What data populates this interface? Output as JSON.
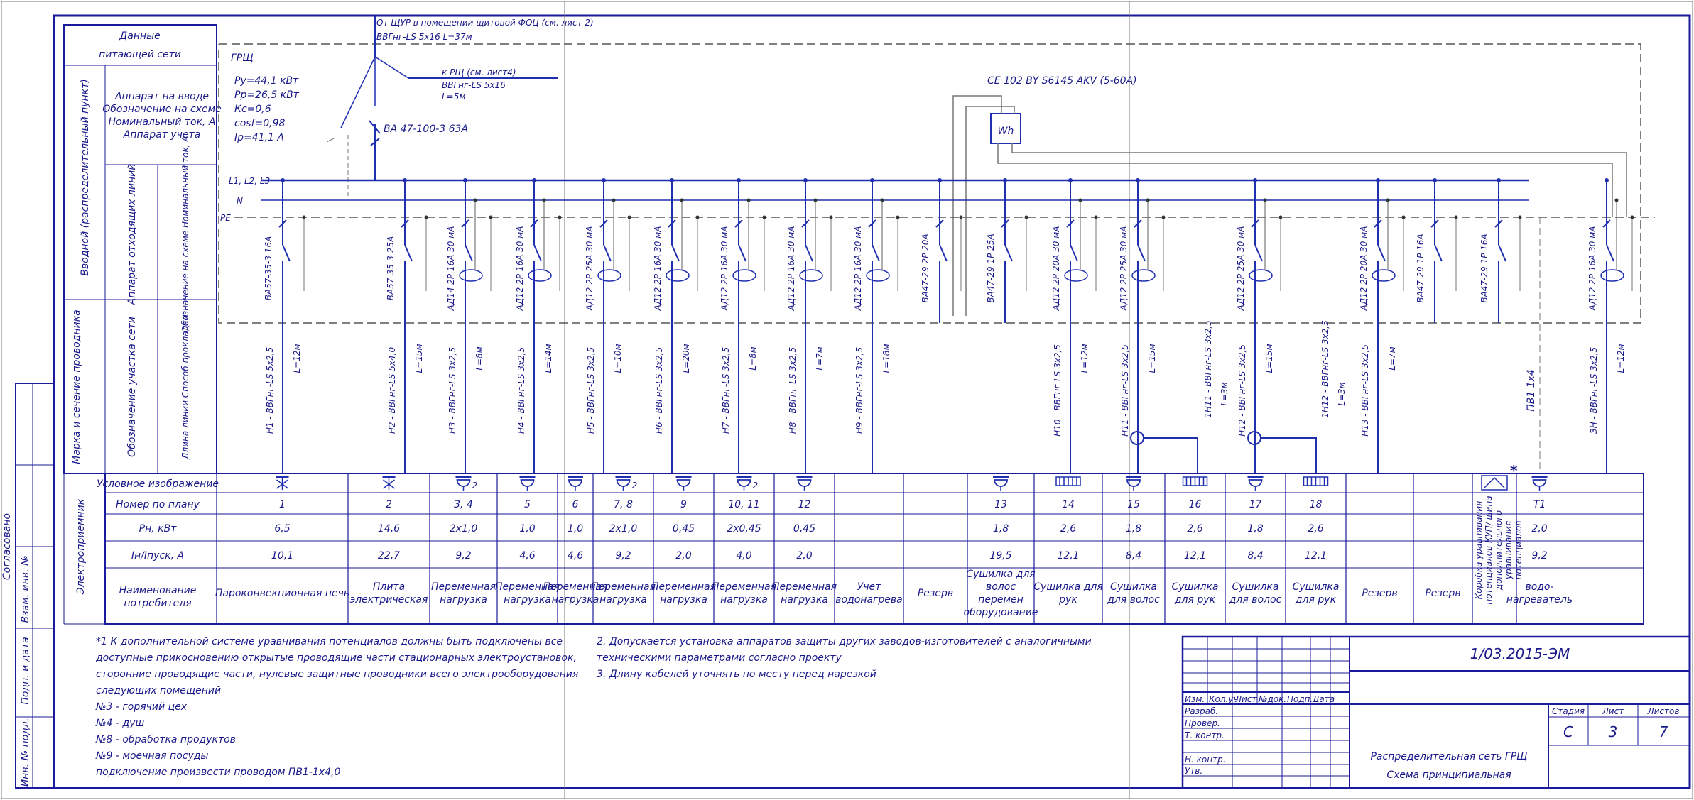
{
  "left_header": {
    "supply_data": "Данные питающей сети",
    "input_group": "Вводной (распределительный пункт)",
    "device_labels": [
      "Аппарат на вводе",
      "Обозначение на схеме",
      "Номинальный ток, А",
      "Аппарат учета"
    ],
    "outgoing_device": "Аппарат отходящих линий",
    "designation_rated": "Обозначение на схеме Номинальный ток, А",
    "wire_mark": "Марка и сечение проводника",
    "section_designation": "Обозначение участка сети",
    "line_length": "Длина линии Способ прокладки",
    "consumer": "Электроприемник"
  },
  "supply": {
    "source_note": "От ЩУР в помещении щитовой ФОЦ (см. лист 2)",
    "source_cable": "ВВГнг-LS 5х16   L=37м",
    "to_rsh": "к РЩ  (см. лист4)",
    "to_rsh_cable": "ВВГнг-LS 5х16",
    "to_rsh_length": "L=5м",
    "grsh_label": "ГРЩ",
    "params": [
      "Ру=44,1 кВт",
      "Рр=26,5 кВт",
      "Кс=0,6",
      "cosf=0,98",
      "Iр=41,1 А"
    ],
    "input_breaker": "ВА 47-100-3  63А",
    "meter_model": "СЕ 102 BY S6145 AKV (5-60A)",
    "meter_symbol": "Wh",
    "bus_labels": [
      "L1, L2, L3",
      "N",
      "PE"
    ]
  },
  "circuits": [
    {
      "device": "ВА57-35-3   16А",
      "cable": "Н1 - ВВГнг-LS 5х2,5",
      "length": "L=12м"
    },
    {
      "device": "ВА57-35-3   25А",
      "cable": "Н2 - ВВГнг-LS 5х4,0",
      "length": "L=15м"
    },
    {
      "device": "АД14 2Р 16А 30 мА",
      "cable": "Н3 - ВВГнг-LS 3х2,5",
      "length": "L=8м"
    },
    {
      "device": "АД12 2Р 16А 30 мА",
      "cable": "Н4 - ВВГнг-LS 3х2,5",
      "length": "L=14м"
    },
    {
      "device": "АД12 2Р 25А 30 мА",
      "cable": "Н5 - ВВГнг-LS 3х2,5",
      "length": "L=10м"
    },
    {
      "device": "АД12 2Р 16А 30 мА",
      "cable": "Н6 - ВВГнг-LS 3х2,5",
      "length": "L=20м"
    },
    {
      "device": "АД12 2Р 16А 30 мА",
      "cable": "Н7 - ВВГнг-LS 3х2,5",
      "length": "L=8м"
    },
    {
      "device": "АД12 2Р 16А 30 мА",
      "cable": "Н8 - ВВГнг-LS 3х2,5",
      "length": "L=7м"
    },
    {
      "device": "АД12 2Р 16А 30 мА",
      "cable": "Н9 - ВВГнг-LS 3х2,5",
      "length": "L=18м"
    },
    {
      "device": "ВА47-29 2Р 20А",
      "cable": "",
      "length": ""
    },
    {
      "device": "ВА47-29 1Р 25А",
      "cable": "",
      "length": ""
    },
    {
      "device": "АД12 2Р 20А 30 мА",
      "cable": "Н10 - ВВГнг-LS 3х2,5",
      "length": "L=12м"
    },
    {
      "device": "АД12 2Р 25А 30 мА",
      "cable": "Н11 - ВВГнг-LS 3х2,5",
      "length": "L=15м"
    },
    {
      "device": "АД12 2Р 25А 30 мА",
      "cable": "Н12 - ВВГнг-LS 3х2,5",
      "length": "L=15м"
    },
    {
      "device": "АД12 2Р 20А 30 мА",
      "cable": "Н13 - ВВГнг-LS 3х2,5",
      "length": "L=7м"
    },
    {
      "device": "ВА47-29 1Р 16А",
      "cable": "",
      "length": ""
    },
    {
      "device": "ВА47-29 1Р 16А",
      "cable": "",
      "length": ""
    },
    {
      "device": "АД12 2Р 16А 30 мА",
      "cable": "ЗН - ВВГнг-LS 3х2,5",
      "length": "L=12м"
    }
  ],
  "branch_cables": [
    {
      "cable": "1Н11 - ВВГнг-LS 3х2,5",
      "length": "L=3м"
    },
    {
      "cable": "1Н12 - ВВГнг-LS 3х2,5",
      "length": "L=3м"
    }
  ],
  "pe_wire": "ПВ1 1х4",
  "consumer_table": {
    "row_labels": [
      "Условное изображение",
      "Номер по плану",
      "Рн, кВт",
      "Iн/Iпуск, А",
      "Наименование потребителя"
    ],
    "columns": [
      {
        "num": "1",
        "p": "6,5",
        "i": "10,1",
        "name": "Пароконвекционная печь",
        "sym": "star"
      },
      {
        "num": "2",
        "p": "14,6",
        "i": "22,7",
        "name": "Плита электрическая",
        "sym": "star"
      },
      {
        "num": "3, 4",
        "p": "2х1,0",
        "i": "9,2",
        "name": "Переменная нагрузка",
        "sym": "socket2"
      },
      {
        "num": "5",
        "p": "1,0",
        "i": "4,6",
        "name": "Переменная нагрузка",
        "sym": "socket"
      },
      {
        "num": "6",
        "p": "1,0",
        "i": "4,6",
        "name": "Переменная нагрузка",
        "sym": "socket"
      },
      {
        "num": "7, 8",
        "p": "2х1,0",
        "i": "9,2",
        "name": "Переменная нагрузка",
        "sym": "socket2"
      },
      {
        "num": "9",
        "p": "0,45",
        "i": "2,0",
        "name": "Переменная нагрузка",
        "sym": "socket"
      },
      {
        "num": "10, 11",
        "p": "2х0,45",
        "i": "4,0",
        "name": "Переменная нагрузка",
        "sym": "socket2"
      },
      {
        "num": "12",
        "p": "0,45",
        "i": "2,0",
        "name": "Переменная нагрузка",
        "sym": "socket"
      },
      {
        "num": "",
        "p": "",
        "i": "",
        "name": "Учет водонагрева",
        "sym": ""
      },
      {
        "num": "",
        "p": "",
        "i": "",
        "name": "Резерв",
        "sym": ""
      },
      {
        "num": "13",
        "p": "1,8",
        "i": "19,5",
        "name": "Сушилка для волос перемен оборудование",
        "sym": "socket"
      },
      {
        "num": "14",
        "p": "2,6",
        "i": "12,1",
        "name": "Сушилка для рук",
        "sym": "heater"
      },
      {
        "num": "15",
        "p": "1,8",
        "i": "8,4",
        "name": "Сушилка для волос",
        "sym": "socket"
      },
      {
        "num": "16",
        "p": "2,6",
        "i": "12,1",
        "name": "Сушилка для рук",
        "sym": "heater"
      },
      {
        "num": "17",
        "p": "1,8",
        "i": "8,4",
        "name": "Сушилка для волос",
        "sym": "socket"
      },
      {
        "num": "18",
        "p": "2,6",
        "i": "12,1",
        "name": "Сушилка для рук",
        "sym": "heater"
      },
      {
        "num": "",
        "p": "",
        "i": "",
        "name": "Резерв",
        "sym": ""
      },
      {
        "num": "",
        "p": "",
        "i": "",
        "name": "Резерв",
        "sym": ""
      },
      {
        "num": "",
        "p": "",
        "i": "",
        "name": "Коробка уравнивания потенциалов КУП/ шина дополнительного уравнивания потенциалов",
        "sym": "box"
      },
      {
        "num": "Т1",
        "p": "2,0",
        "i": "9,2",
        "name": "водо- нагреватель",
        "sym": "socket"
      }
    ]
  },
  "notes_left": [
    "*1 К дополнительной системе уравнивания потенциалов должны быть подключены все",
    "доступные прикосновению открытые проводящие части стационарных электроустановок,",
    "сторонние проводящие части, нулевые защитные проводники всего электрооборудования",
    "следующих помещений",
    "№3 - горячий цех",
    "№4 - душ",
    "№8 - обработка продуктов",
    "№9 - моечная посуды",
    "подключение произвести проводом ПВ1-1х4,0"
  ],
  "notes_right": [
    "2. Допускается установка аппаратов защиты других заводов-изготовителей с аналогичными",
    "техническими параметрами согласно проекту",
    "3. Длину кабелей уточнять по месту перед нарезкой"
  ],
  "side_stamp": [
    "Согласовано",
    "Взам. инв. №",
    "Подп. и дата",
    "Инв. № подл."
  ],
  "title_block": {
    "doc_code": "1/03.2015-ЭМ",
    "headers": [
      "Изм.",
      "Кол.уч.",
      "Лист",
      "№док.",
      "Подп.",
      "Дата"
    ],
    "roles": [
      "Разраб.",
      "Провер.",
      "Т. контр.",
      "",
      "Н. контр.",
      "Утв."
    ],
    "title_line1": "Распределительная сеть ГРЩ",
    "title_line2": "Схема принципиальная",
    "stage_label": "Стадия",
    "stage": "С",
    "sheet_label": "Лист",
    "sheet": "3",
    "sheets_label": "Листов",
    "sheets": "7"
  }
}
